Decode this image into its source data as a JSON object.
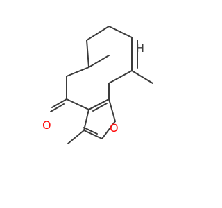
{
  "molecule": {
    "atom_labels": {
      "oxygen_carbonyl": "O",
      "oxygen_furan": "O",
      "hydrogen_vinyl": "H"
    },
    "colors": {
      "bond": "#3c3c3c",
      "oxygen": "#ff0d0d",
      "hydrogen": "#3c3c3c"
    }
  }
}
